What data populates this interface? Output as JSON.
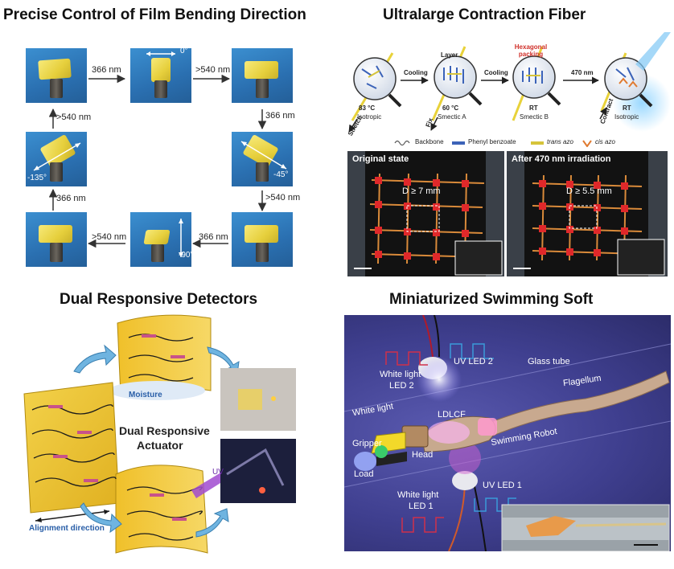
{
  "panels": {
    "top_left_title": "Precise Control of Film Bending Direction",
    "top_right_title": "Ultralarge Contraction Fiber",
    "bottom_left_title": "Dual Responsive Detectors",
    "bottom_right_title": "Miniaturized Swimming Soft"
  },
  "bending": {
    "uv": "366 nm",
    "vis": ">540 nm",
    "angle_0": "0°",
    "angle_m45": "-45°",
    "angle_m90": "-90°",
    "angle_m135": "-135°"
  },
  "fiber": {
    "states": [
      {
        "temp": "83 °C",
        "phase": "Isotropic"
      },
      {
        "temp": "60 °C",
        "phase": "Smectic A"
      },
      {
        "temp": "RT",
        "phase": "Smectic B"
      },
      {
        "temp": "RT",
        "phase": "Isotropic"
      }
    ],
    "cooling1": "Cooling",
    "cooling2": "Cooling",
    "irradiation": "470 nm",
    "layer": "Layer",
    "hexagonal": "Hexagonal packing",
    "stretch": "Stretch",
    "fix": "Fix",
    "contract": "Contract",
    "legend": [
      "Backbone",
      "Phenyl benzoate",
      "trans azo",
      "cis azo"
    ],
    "photo_left_label": "Original state",
    "photo_left_d": "D ≥ 7 mm",
    "photo_right_label": "After 470 nm irradiation",
    "photo_right_d": "D ≥ 5.5 mm"
  },
  "detector": {
    "moisture": "Moisture",
    "actuator_line1": "Dual Responsive",
    "actuator_line2": "Actuator",
    "uv": "UV",
    "alignment": "Alignment direction"
  },
  "swim": {
    "uv_led_2": "UV LED 2",
    "white_led_2_l1": "White light",
    "white_led_2_l2": "LED 2",
    "glass_tube": "Glass tube",
    "flagellum": "Flagellum",
    "white_light": "White light",
    "ldlcf": "LDLCF",
    "swimming_robot": "Swimming Robot",
    "gripper": "Gripper",
    "head": "Head",
    "load": "Load",
    "uv_led_1": "UV LED 1",
    "white_led_1_l1": "White light",
    "white_led_1_l2": "LED 1"
  },
  "colors": {
    "tile_blue": "#2a6fb0",
    "film_yellow": "#e6cf3c",
    "swim_bg": "#3f3f8f",
    "uv_wave": "#3a9ad9",
    "white_wave": "#d0304a"
  }
}
